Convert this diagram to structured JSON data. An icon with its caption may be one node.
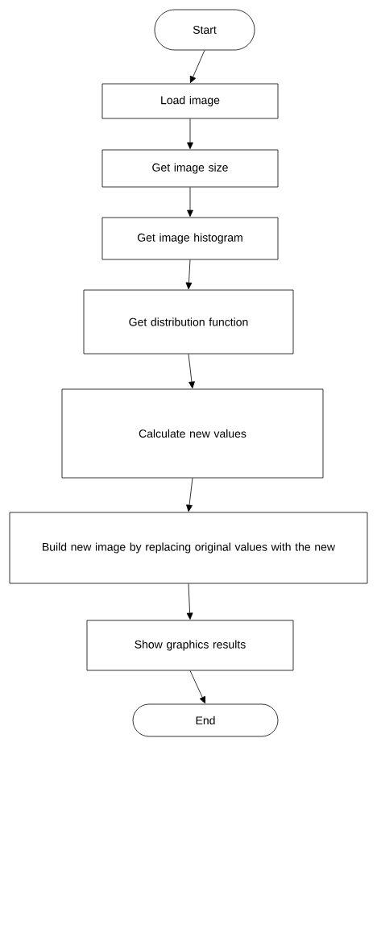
{
  "diagram": {
    "nodes": [
      {
        "text": [
          "Start"
        ]
      },
      {
        "text": [
          "Load image"
        ]
      },
      {
        "text": [
          "Get image size"
        ]
      },
      {
        "text": [
          "Get image histogram"
        ]
      },
      {
        "text": [
          "Get distribution function"
        ]
      },
      {
        "text": [
          "Calculate new values"
        ]
      },
      {
        "text": [
          "Build new image by replacing original values with the new"
        ]
      },
      {
        "text": [
          "Show graphics results"
        ]
      },
      {
        "text": [
          "End"
        ]
      }
    ],
    "edges": [
      {
        "from": 0,
        "to": 1,
        "arrow": "to"
      },
      {
        "from": 1,
        "to": 2,
        "arrow": "to"
      },
      {
        "from": 2,
        "to": 3,
        "arrow": "to"
      },
      {
        "from": 3,
        "to": 4,
        "arrow": "to"
      },
      {
        "from": 4,
        "to": 5,
        "arrow": "to"
      },
      {
        "from": 5,
        "to": 6,
        "arrow": "to"
      },
      {
        "from": 6,
        "to": 7,
        "arrow": "to"
      },
      {
        "from": 7,
        "to": 8,
        "arrow": "to"
      }
    ]
  }
}
